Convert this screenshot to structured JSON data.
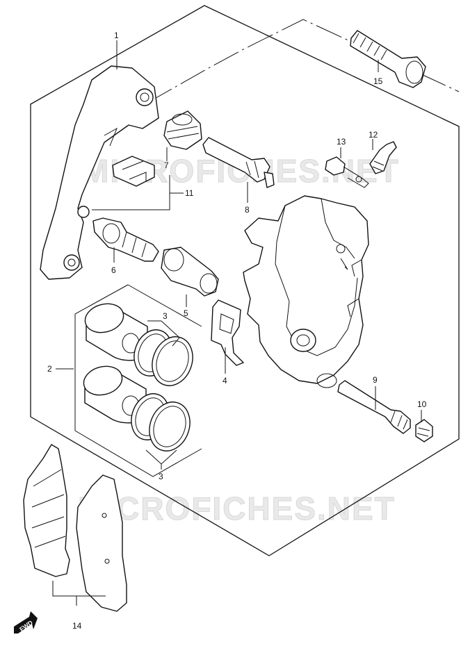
{
  "watermark": "MICROFICHES.NET",
  "fwd_label": "FWD",
  "callouts": {
    "c1": "1",
    "c2": "2",
    "c3a": "3",
    "c3b": "3",
    "c4": "4",
    "c5": "5",
    "c6": "6",
    "c7": "7",
    "c8": "8",
    "c9": "9",
    "c10": "10",
    "c11": "11",
    "c12": "12",
    "c13": "13",
    "c14": "14",
    "c15": "15"
  }
}
